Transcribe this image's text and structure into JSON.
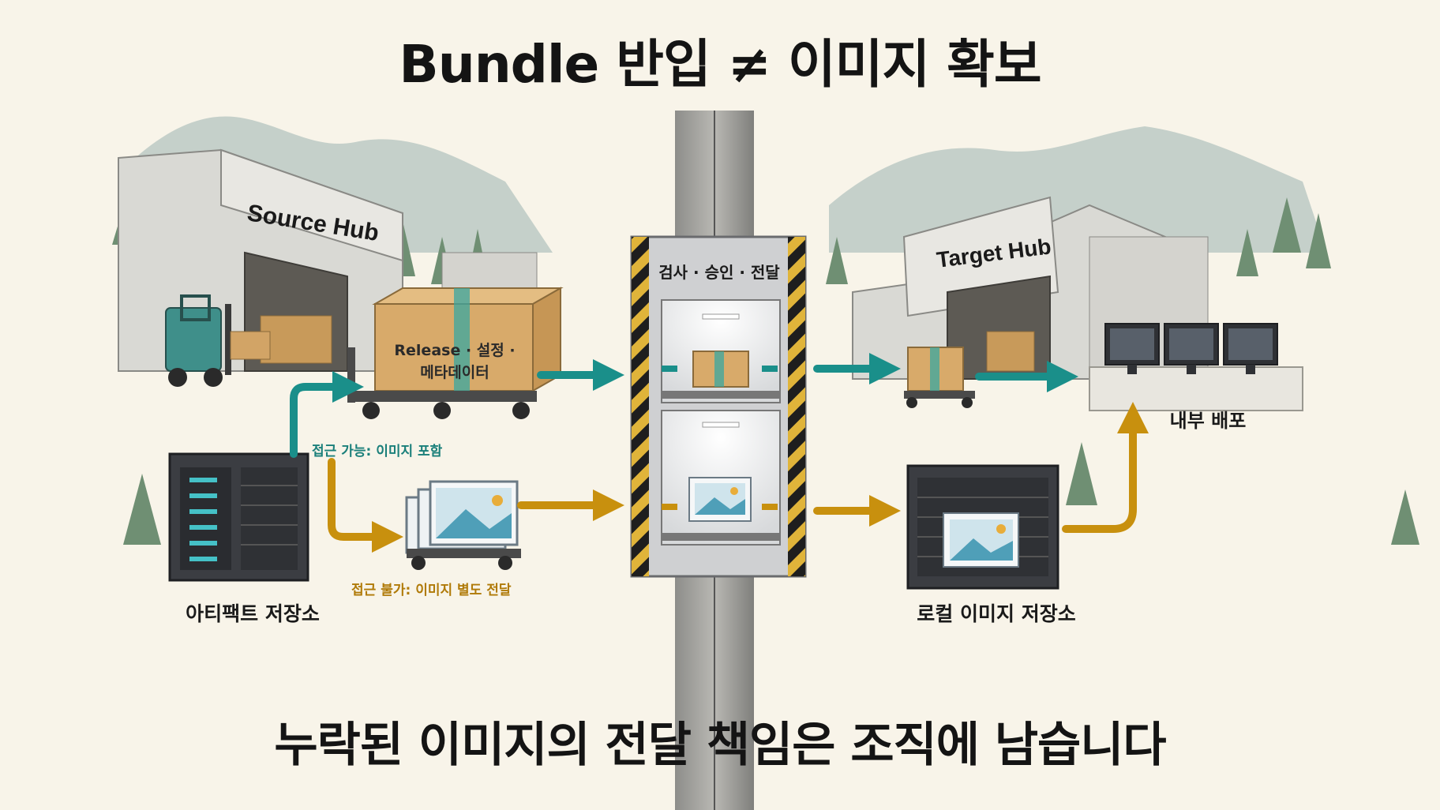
{
  "title": "Bundle 반입 ≠ 이미지 확보",
  "footer": "누락된 이미지의 전달 책임은 조직에 남습니다",
  "source_hub": {
    "sign": "Source Hub",
    "box_label_line1": "Release · 설정 ·",
    "box_label_line2": "메타데이터"
  },
  "artifact_store": {
    "label": "아티팩트 저장소"
  },
  "paths": {
    "accessible": "접근 가능: 이미지 포함",
    "inaccessible": "접근 불가: 이미지 별도 전달"
  },
  "gate": {
    "label": "검사 · 승인 · 전달"
  },
  "target_hub": {
    "sign": "Target Hub"
  },
  "internal_deploy": {
    "label": "내부 배포"
  },
  "local_image_store": {
    "label": "로컬 이미지 저장소"
  },
  "colors": {
    "teal": "#1a8f8a",
    "gold": "#c8900e",
    "cardboard": "#d8aa6a",
    "server": "#3b3d42",
    "background": "#f8f4e9"
  }
}
